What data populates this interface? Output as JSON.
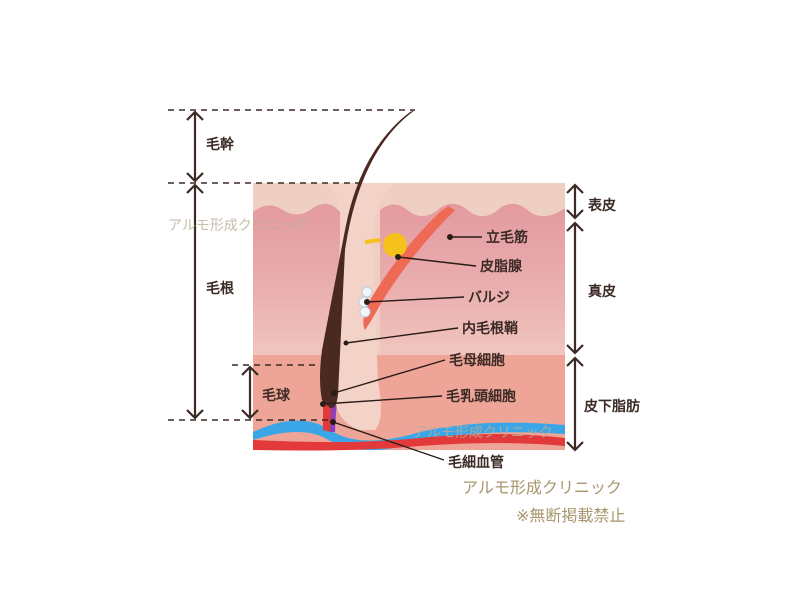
{
  "labels": {
    "hair_shaft": "毛幹",
    "hair_root": "毛根",
    "hair_bulb": "毛球",
    "epidermis": "表皮",
    "dermis": "真皮",
    "subcutaneous_fat": "皮下脂肪",
    "arrector_pili": "立毛筋",
    "sebaceous_gland": "皮脂腺",
    "bulge": "バルジ",
    "inner_root_sheath": "内毛根鞘",
    "hair_matrix_cells": "毛母細胞",
    "dermal_papilla_cells": "毛乳頭細胞",
    "capillaries": "毛細血管"
  },
  "watermark": "アルモ形成クリニック",
  "credit": {
    "clinic": "アルモ形成クリニック",
    "notice": "※無断掲載禁止"
  },
  "colors": {
    "ink": "#3b2a26",
    "hair": "#4a2a20",
    "epidermis": "#f0cfc3",
    "dermis": "#e7a5a8",
    "fat": "#eea597",
    "vein": "#3aa6e8",
    "artery": "#e23a3a",
    "gland": "#f5c21b",
    "muscle": "#ee6a55"
  }
}
